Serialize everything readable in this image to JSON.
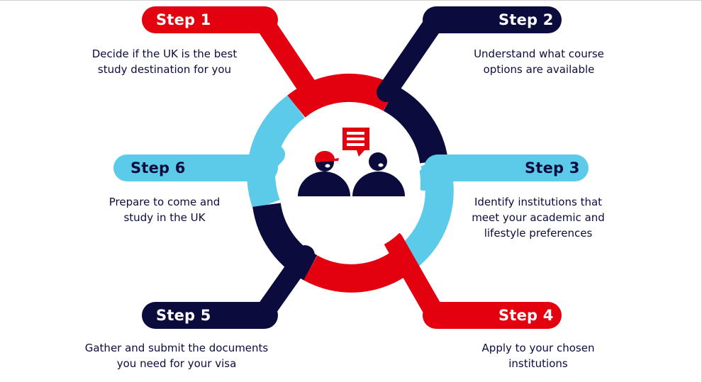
{
  "colors": {
    "red": "#e3000f",
    "navy": "#0b0c3d",
    "light_blue": "#5ccbea",
    "white": "#ffffff",
    "step_text_on_light": "#0b0c3d"
  },
  "center": {
    "icons": [
      "speech-bubble-icon",
      "person-with-cap-icon",
      "person-icon"
    ]
  },
  "steps": [
    {
      "label": "Step 1",
      "line1": "Decide if the UK is the best",
      "line2": "study destination for you",
      "line3": ""
    },
    {
      "label": "Step 2",
      "line1": "Understand what course",
      "line2": "options are available",
      "line3": ""
    },
    {
      "label": "Step 3",
      "line1": "Identify institutions that",
      "line2": "meet your academic and",
      "line3": "lifestyle preferences"
    },
    {
      "label": "Step 4",
      "line1": "Apply to your chosen",
      "line2": "institutions",
      "line3": ""
    },
    {
      "label": "Step 5",
      "line1": "Gather and submit the documents",
      "line2": "you need for your visa",
      "line3": ""
    },
    {
      "label": "Step 6",
      "line1": "Prepare to come and",
      "line2": "study in the UK",
      "line3": ""
    }
  ]
}
